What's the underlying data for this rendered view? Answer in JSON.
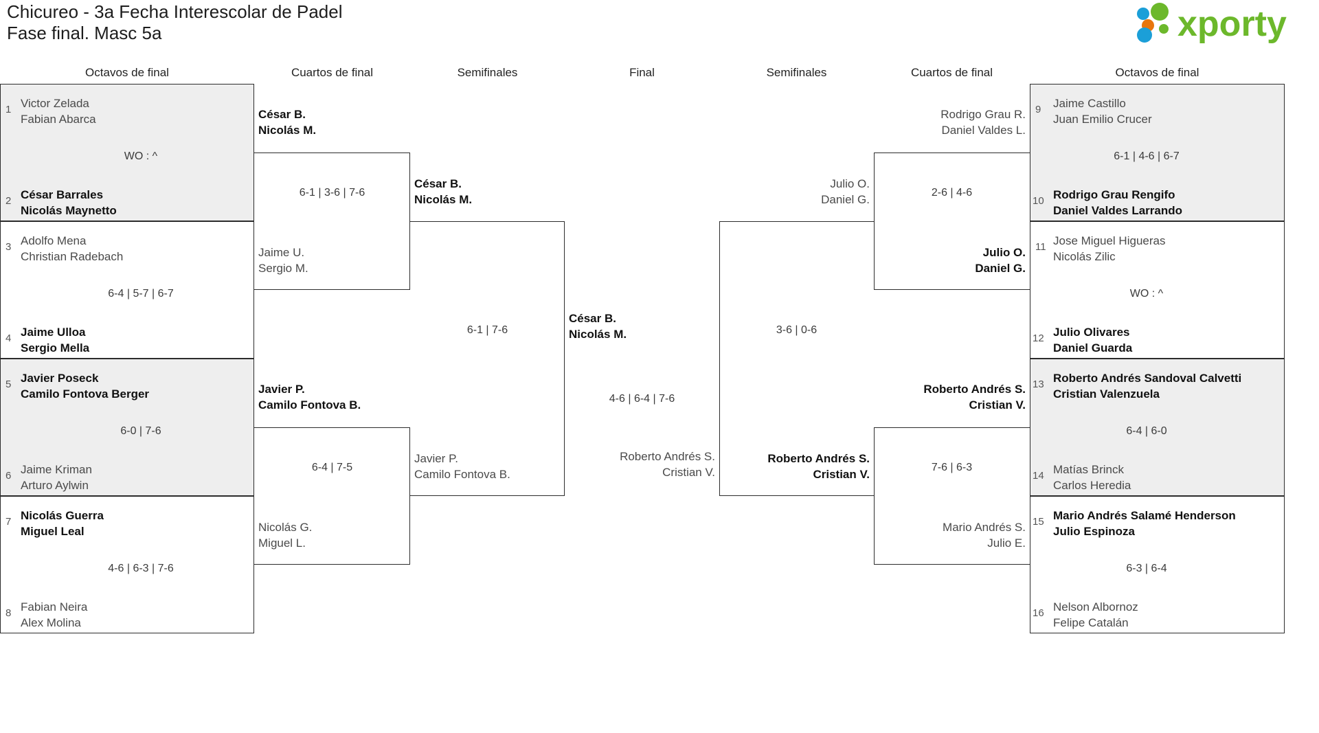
{
  "header": {
    "title_line1": "Chicureo - 3a Fecha Interescolar de Padel",
    "title_line2": "Fase final. Masc 5a",
    "logo_text": "xporty",
    "logo_colors": {
      "green": "#6cb82b",
      "blue": "#1b9fd8",
      "orange": "#e8760c"
    }
  },
  "round_labels": {
    "l_r16": "Octavos de final",
    "l_qf": "Cuartos de final",
    "l_sf": "Semifinales",
    "final": "Final",
    "r_sf": "Semifinales",
    "r_qf": "Cuartos de final",
    "r_r16": "Octavos de final"
  },
  "left_r16": [
    {
      "seed": "1",
      "p1": "Victor Zelada",
      "p2": "Fabian Abarca",
      "winner": false
    },
    {
      "seed": "2",
      "p1": "César Barrales",
      "p2": "Nicolás Maynetto",
      "winner": true
    },
    {
      "seed": "3",
      "p1": "Adolfo Mena",
      "p2": "Christian Radebach",
      "winner": false
    },
    {
      "seed": "4",
      "p1": "Jaime Ulloa",
      "p2": "Sergio Mella",
      "winner": true
    },
    {
      "seed": "5",
      "p1": "Javier Poseck",
      "p2": "Camilo Fontova Berger",
      "winner": true
    },
    {
      "seed": "6",
      "p1": "Jaime Kriman",
      "p2": "Arturo Aylwin",
      "winner": false
    },
    {
      "seed": "7",
      "p1": "Nicolás Guerra",
      "p2": "Miguel Leal",
      "winner": true
    },
    {
      "seed": "8",
      "p1": "Fabian Neira",
      "p2": "Alex Molina",
      "winner": false
    }
  ],
  "left_r16_scores": [
    "WO : ^",
    "6-4 | 5-7 | 6-7",
    "6-0 | 7-6",
    "4-6 | 6-3 | 7-6"
  ],
  "left_qf": [
    {
      "top_p1": "César B.",
      "top_p2": "Nicolás M.",
      "top_win": true,
      "bot_p1": "Jaime U.",
      "bot_p2": "Sergio M.",
      "bot_win": false,
      "score": "6-1 | 3-6 | 7-6"
    },
    {
      "top_p1": "Javier P.",
      "top_p2": "Camilo Fontova B.",
      "top_win": true,
      "bot_p1": "Nicolás G.",
      "bot_p2": "Miguel L.",
      "bot_win": false,
      "score": "6-4 | 7-5"
    }
  ],
  "left_sf": {
    "top_p1": "César B.",
    "top_p2": "Nicolás M.",
    "top_win": true,
    "bot_p1": "Javier P.",
    "bot_p2": "Camilo Fontova B.",
    "bot_win": false,
    "score": "6-1 | 7-6"
  },
  "final": {
    "top_p1": "César B.",
    "top_p2": "Nicolás M.",
    "top_win": true,
    "bot_p1": "Roberto Andrés S.",
    "bot_p2": "Cristian V.",
    "bot_win": false,
    "score": "4-6 | 6-4 | 7-6"
  },
  "right_sf": {
    "top_p1": "Julio O.",
    "top_p2": "Daniel G.",
    "top_win": false,
    "bot_p1": "Roberto Andrés S.",
    "bot_p2": "Cristian V.",
    "bot_win": true,
    "score": "3-6 | 0-6"
  },
  "right_qf": [
    {
      "top_p1": "Rodrigo Grau R.",
      "top_p2": "Daniel Valdes L.",
      "top_win": false,
      "bot_p1": "Julio O.",
      "bot_p2": "Daniel G.",
      "bot_win": true,
      "score": "2-6 | 4-6"
    },
    {
      "top_p1": "Roberto Andrés S.",
      "top_p2": "Cristian V.",
      "top_win": true,
      "bot_p1": "Mario Andrés S.",
      "bot_p2": "Julio E.",
      "bot_win": false,
      "score": "7-6 | 6-3"
    }
  ],
  "right_r16": [
    {
      "seed": "9",
      "p1": "Jaime Castillo",
      "p2": "Juan Emilio Crucer",
      "winner": false
    },
    {
      "seed": "10",
      "p1": "Rodrigo Grau Rengifo",
      "p2": "Daniel Valdes Larrando",
      "winner": true
    },
    {
      "seed": "11",
      "p1": "Jose Miguel Higueras",
      "p2": "Nicolás Zilic",
      "winner": false
    },
    {
      "seed": "12",
      "p1": "Julio Olivares",
      "p2": "Daniel Guarda",
      "winner": true
    },
    {
      "seed": "13",
      "p1": "Roberto Andrés Sandoval Calvetti",
      "p2": "Cristian Valenzuela",
      "winner": true
    },
    {
      "seed": "14",
      "p1": "Matías Brinck",
      "p2": "Carlos Heredia",
      "winner": false
    },
    {
      "seed": "15",
      "p1": "Mario Andrés Salamé Henderson",
      "p2": "Julio Espinoza",
      "winner": true
    },
    {
      "seed": "16",
      "p1": "Nelson Albornoz",
      "p2": "Felipe Catalán",
      "winner": false
    }
  ],
  "right_r16_scores": [
    "6-1 | 4-6 | 6-7",
    "WO : ^",
    "6-4 | 6-0",
    "6-3 | 6-4"
  ]
}
